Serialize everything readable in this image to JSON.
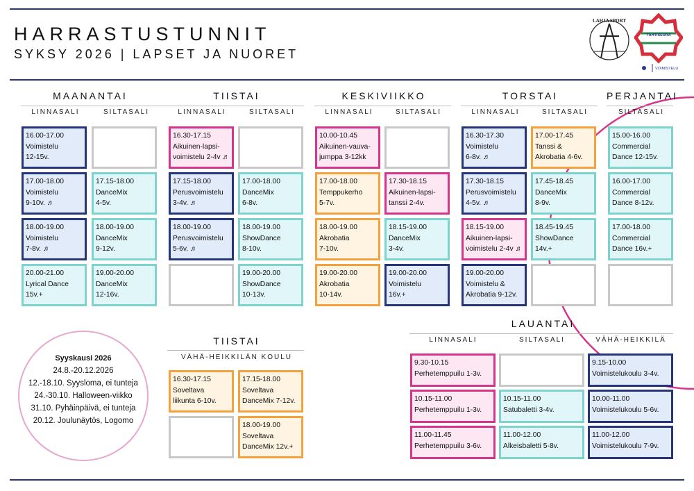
{
  "header": {
    "title": "HARRASTUSTUNNIT",
    "subtitle": "SYKSY 2026 | LAPSET JA NUORET"
  },
  "logos": {
    "club_text": "LAHJA SPORT",
    "badge_text": "TÄHTISEURA",
    "badge_sub": "VOIMISTELU"
  },
  "colors": {
    "navy": "#26357a",
    "teal": "#7fd3cf",
    "pink": "#d5368c",
    "orange": "#f3a23d"
  },
  "days": {
    "mon": "MAANANTAI",
    "tue": "TIISTAI",
    "wed": "KESKIVIIKKO",
    "thu": "TORSTAI",
    "fri": "PERJANTAI",
    "tue2": "TIISTAI",
    "sat": "LAUANTAI"
  },
  "halls": {
    "linna": "LINNASALI",
    "silta": "SILTASALI",
    "vaha_koulu": "VÄHÄ-HEIKKILÄN KOULU",
    "vaha": "VÄHÄ-HEIKKILÄ"
  },
  "classes": {
    "mon_l1": [
      "16.00-17.00",
      "Voimistelu",
      "12-15v."
    ],
    "mon_l2": [
      "17.00-18.00",
      "Voimistelu",
      "9-10v. ♬"
    ],
    "mon_l3": [
      "18.00-19.00",
      "Voimistelu",
      "7-8v. ♬"
    ],
    "mon_l4": [
      "20.00-21.00",
      "Lyrical Dance",
      "15v.+"
    ],
    "mon_s2": [
      "17.15-18.00",
      "DanceMix",
      "4-5v."
    ],
    "mon_s3": [
      "18.00-19.00",
      "DanceMix",
      "9-12v."
    ],
    "mon_s4": [
      "19.00-20.00",
      "DanceMix",
      "12-16v."
    ],
    "tue_l1": [
      "16.30-17.15",
      "Aikuinen-lapsi-",
      "voimistelu 2-4v ♬"
    ],
    "tue_l2": [
      "17.15-18.00",
      "Perusvoimistelu",
      "3-4v. ♬"
    ],
    "tue_l3": [
      "18.00-19.00",
      "Perusvoimistelu",
      "5-6v. ♬"
    ],
    "tue_s2": [
      "17.00-18.00",
      "DanceMix",
      "6-8v."
    ],
    "tue_s3": [
      "18.00-19.00",
      "ShowDance",
      "8-10v."
    ],
    "tue_s4": [
      "19.00-20.00",
      "ShowDance",
      "10-13v."
    ],
    "wed_l1": [
      "10.00-10.45",
      "Aikuinen-vauva-",
      "jumppa 3-12kk"
    ],
    "wed_l2": [
      "17.00-18.00",
      "Temppukerho",
      "5-7v."
    ],
    "wed_l3": [
      "18.00-19.00",
      "Akrobatia",
      "7-10v."
    ],
    "wed_l4": [
      "19.00-20.00",
      "Akrobatia",
      "10-14v."
    ],
    "wed_s2": [
      "17.30-18.15",
      "Aikuinen-lapsi-",
      "tanssi 2-4v."
    ],
    "wed_s3": [
      "18.15-19.00",
      "DanceMix",
      "3-4v."
    ],
    "wed_s4": [
      "19.00-20.00",
      "Voimistelu",
      "16v.+"
    ],
    "thu_l1": [
      "16.30-17.30",
      "Voimistelu",
      "6-8v. ♬"
    ],
    "thu_l2": [
      "17.30-18.15",
      "Perusvoimistelu",
      "4-5v. ♬"
    ],
    "thu_l3": [
      "18.15-19.00",
      "Aikuinen-lapsi-",
      "voimistelu 2-4v ♬"
    ],
    "thu_l4": [
      "19.00-20.00",
      "Voimistelu &",
      "Akrobatia 9-12v."
    ],
    "thu_s1": [
      "17.00-17.45",
      "Tanssi &",
      "Akrobatia 4-6v."
    ],
    "thu_s2": [
      "17.45-18.45",
      "DanceMix",
      "8-9v."
    ],
    "thu_s3": [
      "18.45-19.45",
      "ShowDance",
      "14v.+"
    ],
    "fri_s1": [
      "15.00-16.00",
      "Commercial",
      "Dance 12-15v."
    ],
    "fri_s2": [
      "16.00-17.00",
      "Commercial",
      "Dance 8-12v."
    ],
    "fri_s3": [
      "17.00-18.00",
      "Commercial",
      "Dance 16v.+"
    ],
    "tue2_1": [
      "16.30-17.15",
      "Soveltava",
      "liikunta 6-10v."
    ],
    "tue2_2": [
      "17.15-18.00",
      "Soveltava",
      "DanceMix 7-12v."
    ],
    "tue2_3": [
      "18.00-19.00",
      "Soveltava",
      "DanceMix 12v.+"
    ],
    "sat_l1": [
      "9.30-10.15",
      "Perhetemppuilu 1-3v."
    ],
    "sat_l2": [
      "10.15-11.00",
      "Perhetemppuilu 1-3v."
    ],
    "sat_l3": [
      "11.00-11.45",
      "Perhetemppuilu 3-6v."
    ],
    "sat_s2": [
      "10.15-11.00",
      "Satubaletti 3-4v."
    ],
    "sat_s3": [
      "11.00-12.00",
      "Alkeisbaletti 5-8v."
    ],
    "sat_v1": [
      "9.15-10.00",
      "Voimistelukoulu 3-4v."
    ],
    "sat_v2": [
      "10.00-11.00",
      "Voimistelukoulu 5-6v."
    ],
    "sat_v3": [
      "11.00-12.00",
      "Voimistelukoulu 7-9v."
    ]
  },
  "season": {
    "title": "Syyskausi 2026",
    "lines": [
      "24.8.-20.12.2026",
      "12.-18.10. Syysloma, ei tunteja",
      "24.-30.10. Halloween-viikko",
      "31.10. Pyhäinpäivä, ei tunteja",
      "20.12. Joulunäytös, Logomo"
    ]
  }
}
